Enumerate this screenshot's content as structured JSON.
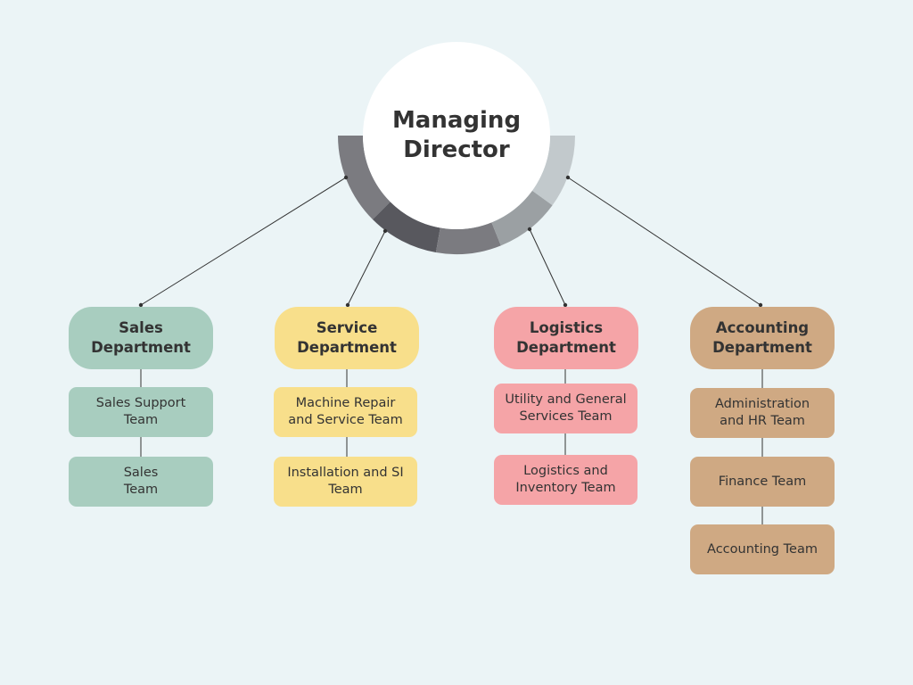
{
  "colors": {
    "background": "#ebf4f6",
    "ring_segments": [
      "#7b7b80",
      "#58585e",
      "#7b7b80",
      "#9ba0a3",
      "#c2c9cc"
    ],
    "connector": "#333333"
  },
  "head": {
    "title": "Managing\nDirector"
  },
  "departments": [
    {
      "name": "Sales\nDepartment",
      "color": "#a8cdbf",
      "teams": [
        "Sales Support\nTeam",
        "Sales\nTeam"
      ]
    },
    {
      "name": "Service\nDepartment",
      "color": "#f8df8b",
      "teams": [
        "Machine Repair\nand Service Team",
        "Installation and SI\nTeam"
      ]
    },
    {
      "name": "Logistics\nDepartment",
      "color": "#f5a4a7",
      "teams": [
        "Utility and General\nServices Team",
        "Logistics and\nInventory Team"
      ]
    },
    {
      "name": "Accounting\nDepartment",
      "color": "#cfa983",
      "teams": [
        "Administration\nand HR Team",
        "Finance Team",
        "Accounting Team"
      ]
    }
  ]
}
